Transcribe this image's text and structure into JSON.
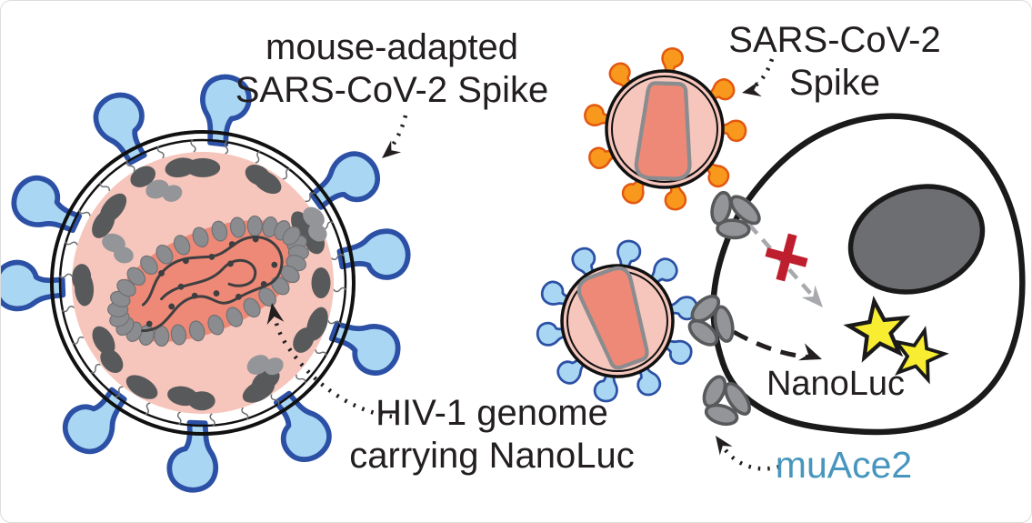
{
  "labels": {
    "mouse_adapted_spike": {
      "line1": "mouse-adapted",
      "line2": "SARS-CoV-2 Spike"
    },
    "sars_spike": {
      "line1": "SARS-CoV-2",
      "line2": "Spike"
    },
    "hiv_genome": {
      "line1": "HIV-1 genome",
      "line2": "carrying NanoLuc"
    },
    "nanoluc": "NanoLuc",
    "muace2": "muAce2"
  },
  "colors": {
    "ink": "#231F20",
    "spike_blue": "#A9D6F2",
    "spike_blue_line": "#2B50A5",
    "spike_orange": "#F8981D",
    "spike_orange_line": "#E3570F",
    "body_pink": "#F6C6BC",
    "capsid": "#EE8977",
    "capsid_line": "#8A8C8F",
    "matrix_dark": "#58595B",
    "protein_gray": "#939598",
    "nucleus": "#6D6E71",
    "star_yellow": "#F9ED32",
    "cross_red": "#BE1E2D",
    "arrow_gray": "#A7A9AC",
    "rna": "#3F3F41",
    "muace_blue": "#4796BE"
  }
}
